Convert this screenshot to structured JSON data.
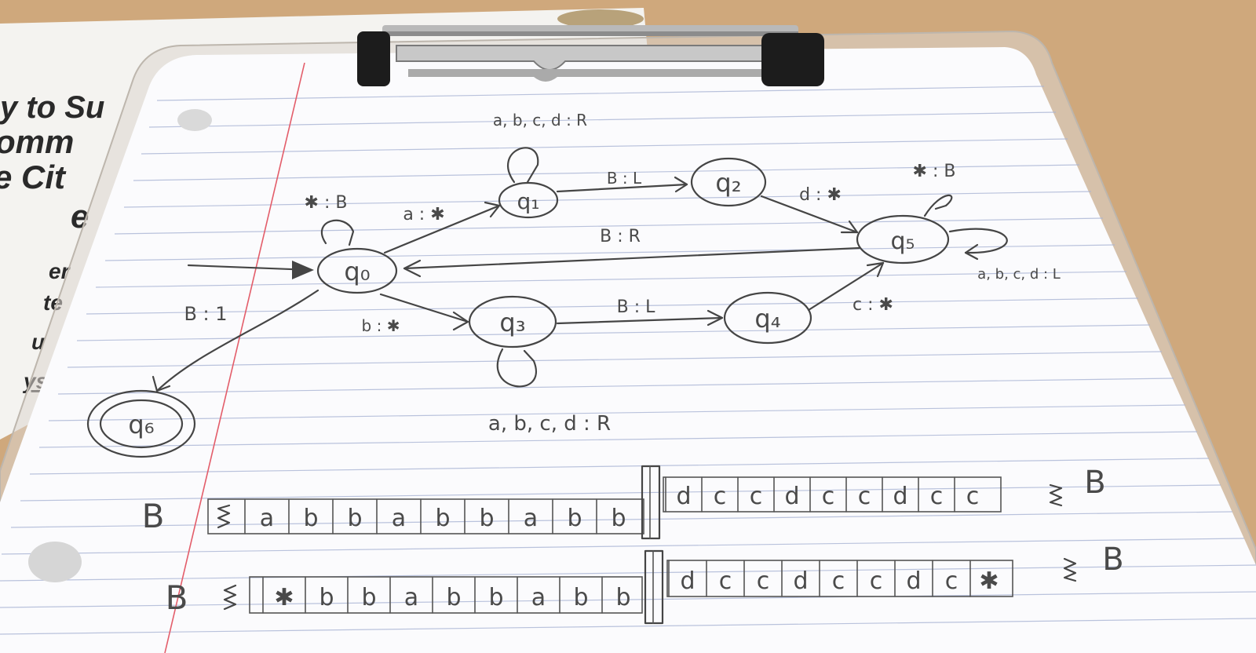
{
  "background_sheet": {
    "fragments": [
      "y to Su",
      "omm",
      "e Cit",
      "e",
      "er",
      "te",
      "u",
      "ys"
    ]
  },
  "diagram": {
    "states": {
      "q0": "q₀",
      "q1": "q₁",
      "q2": "q₂",
      "q3": "q₃",
      "q4": "q₄",
      "q5": "q₅",
      "q6": "q₆"
    },
    "transitions": {
      "q0_loop": "✱ : B",
      "q0_q1": "a : ✱",
      "q0_q3": "b : ✱",
      "q0_q6": "B : 1",
      "q1_loop": "a, b, c, d : R",
      "q1_q2": "B : L",
      "q2_q5": "d : ✱",
      "q5_q0": "B : R",
      "q5_loop_top": "✱ : B",
      "q5_loop_right": "a, b, c, d : L",
      "q3_loop": "a, b, c, d : R",
      "q3_q4": "B : L",
      "q4_q5": "c : ✱"
    }
  },
  "tapes": {
    "tape1": {
      "blank_left": "B",
      "blank_right": "B",
      "left_cells": [
        "a",
        "b",
        "b",
        "a",
        "b",
        "b",
        "a",
        "b",
        "b"
      ],
      "right_cells": [
        "d",
        "c",
        "c",
        "d",
        "c",
        "c",
        "d",
        "c",
        "c"
      ]
    },
    "tape2": {
      "blank_left": "B",
      "blank_right": "B",
      "left_cells": [
        "✱",
        "b",
        "b",
        "a",
        "b",
        "b",
        "a",
        "b",
        "b"
      ],
      "right_cells": [
        "d",
        "c",
        "c",
        "d",
        "c",
        "c",
        "d",
        "c",
        "✱"
      ]
    }
  }
}
